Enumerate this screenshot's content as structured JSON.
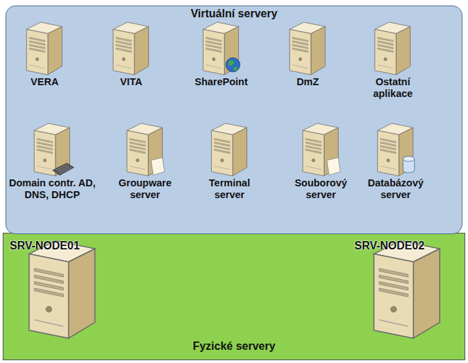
{
  "diagram": {
    "nodes": [
      {
        "text": [
          "Virtuální servery"
        ]
      },
      {
        "text": [
          "VERA"
        ],
        "in": 0
      },
      {
        "text": [
          "VITA"
        ],
        "in": 0
      },
      {
        "text": [
          "SharePoint"
        ],
        "in": 0
      },
      {
        "text": [
          "DmZ"
        ],
        "in": 0
      },
      {
        "text": [
          "Ostatní aplikace"
        ],
        "in": 0
      },
      {
        "text": [
          "Domain contr. AD, DNS, DHCP"
        ],
        "in": 0
      },
      {
        "text": [
          "Groupware server"
        ],
        "in": 0
      },
      {
        "text": [
          "Terminal server"
        ],
        "in": 0
      },
      {
        "text": [
          "Souborový server"
        ],
        "in": 0
      },
      {
        "text": [
          "Databázový server"
        ],
        "in": 0
      },
      {
        "text": [
          "Fyzické servery"
        ]
      },
      {
        "text": [
          "SRV-NODE01"
        ],
        "in": 11
      },
      {
        "text": [
          "SRV-NODE02"
        ],
        "in": 11
      }
    ]
  }
}
